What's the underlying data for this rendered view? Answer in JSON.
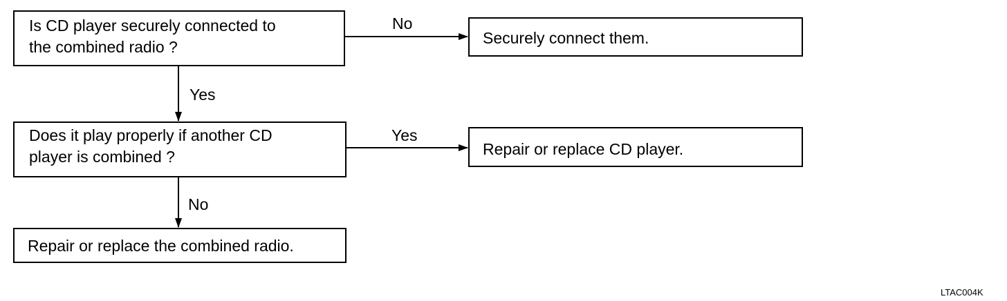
{
  "boxes": {
    "q1": {
      "line1": "Is CD player securely connected to",
      "line2": "the combined radio ?"
    },
    "a1": "Securely connect them.",
    "q2": {
      "line1": "Does it play properly if another CD",
      "line2": "player is combined ?"
    },
    "a2": "Repair or replace CD player.",
    "a3": "Repair or replace the combined radio."
  },
  "edges": {
    "q1_no": "No",
    "q1_yes": "Yes",
    "q2_yes": "Yes",
    "q2_no": "No"
  },
  "figure_code": "LTAC004K"
}
